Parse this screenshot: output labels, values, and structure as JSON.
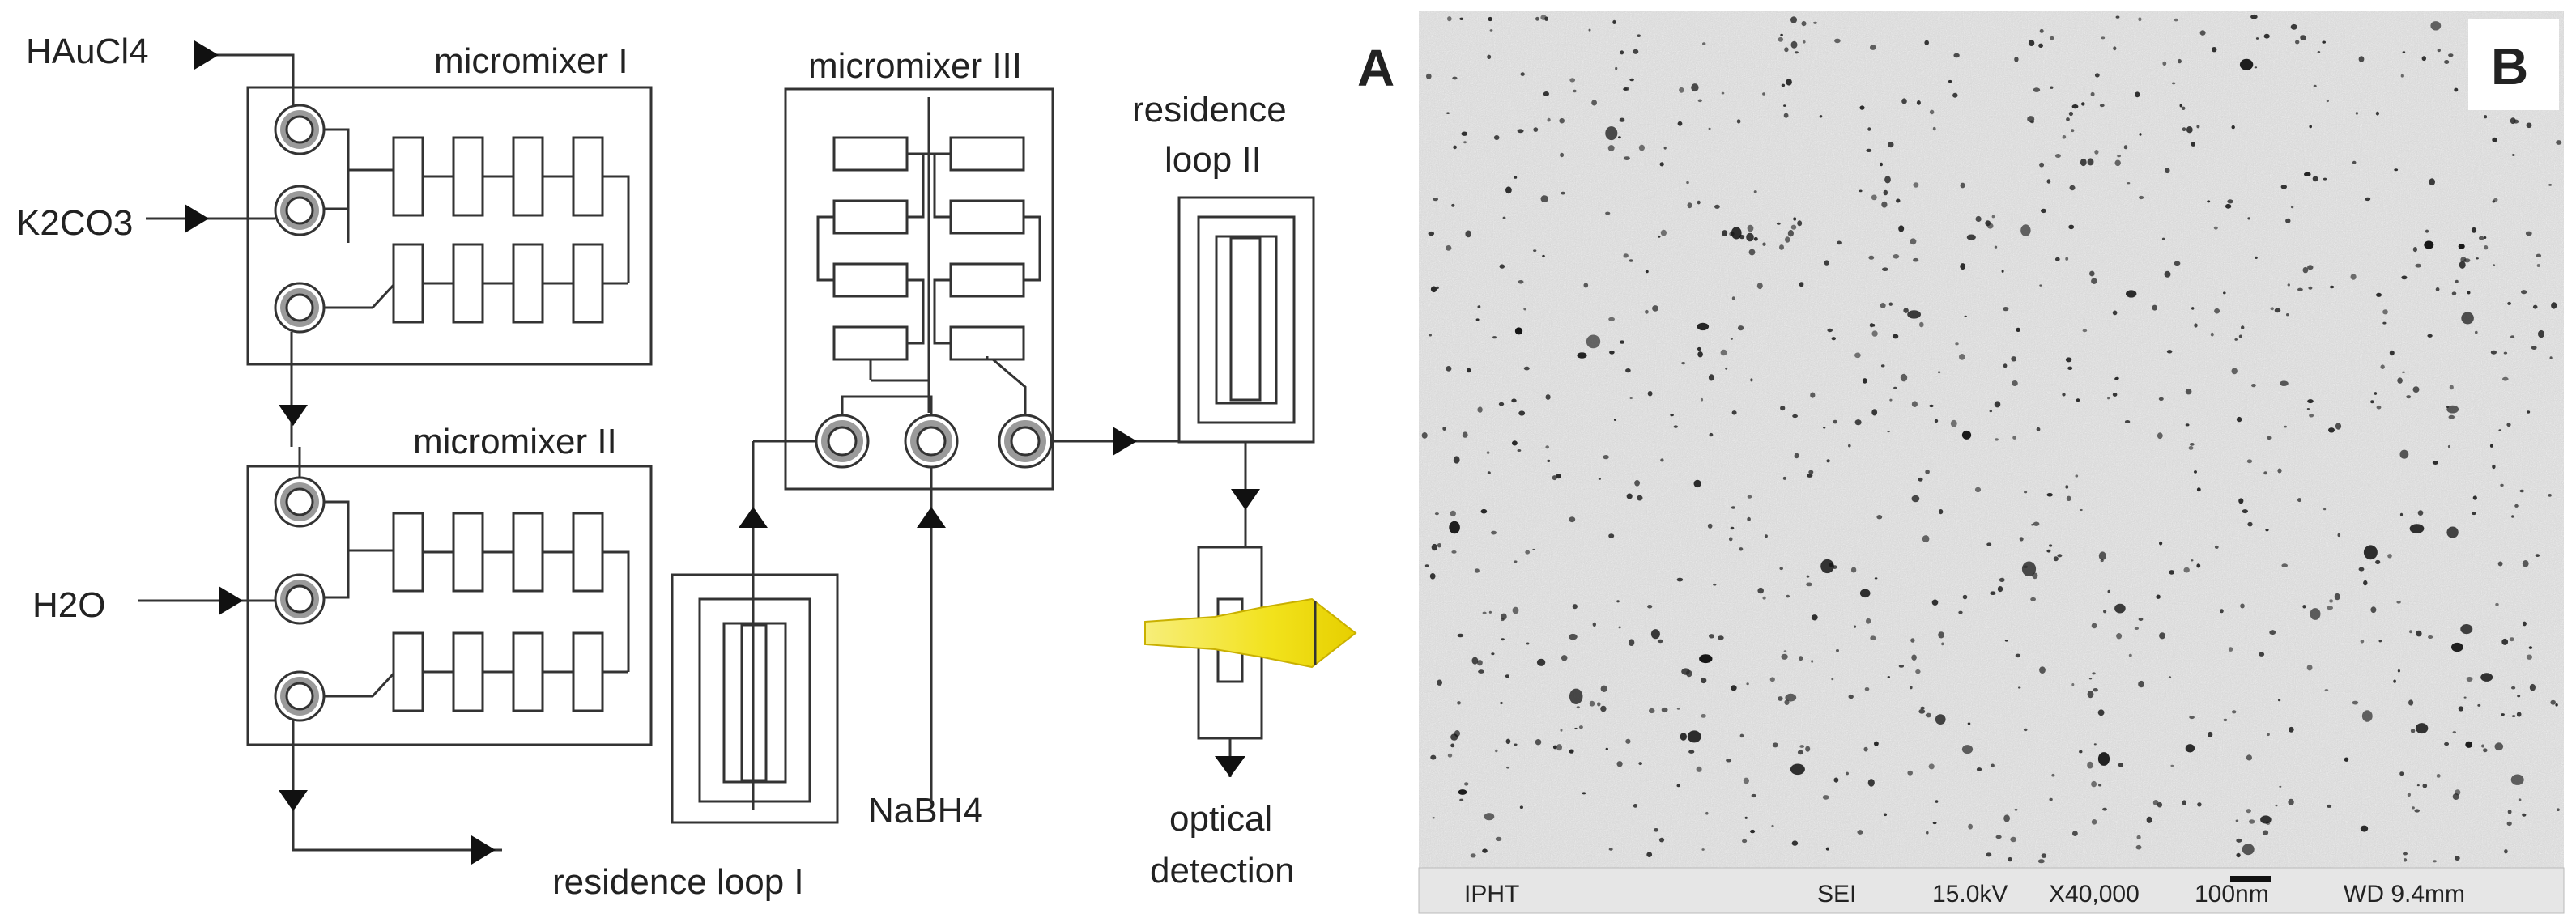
{
  "panel_a": {
    "letter": "A",
    "inputs": {
      "hauCl4": "HAuCl4",
      "k2co3": "K2CO3",
      "h2o": "H2O",
      "nabh4": "NaBH4"
    },
    "micromixer_1": "micromixer I",
    "micromixer_2": "micromixer II",
    "micromixer_3": "micromixer III",
    "residence_loop_1": "residence loop I",
    "residence_loop_2_line1": "residence",
    "residence_loop_2_line2": "loop II",
    "optical_line1": "optical",
    "optical_line2": "detection",
    "light_color": "#f2e21c"
  },
  "panel_b": {
    "letter": "B",
    "sem_bar": {
      "institute": "IPHT",
      "mode": "SEI",
      "voltage": "15.0kV",
      "magnification": "X40,000",
      "scale": "100nm",
      "wd": "WD 9.4mm"
    }
  }
}
